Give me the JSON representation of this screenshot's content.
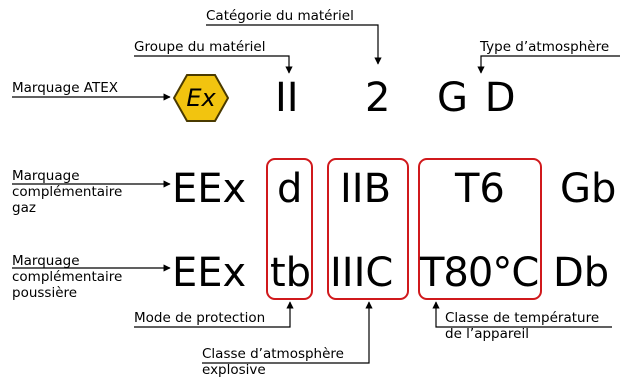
{
  "labels": {
    "categorie": "Catégorie du matériel",
    "groupe": "Groupe du matériel",
    "type_atm": "Type d’atmosphère",
    "marquage_atex": "Marquage ATEX",
    "gaz": [
      "Marquage",
      "complémentaire",
      "gaz"
    ],
    "poussiere": [
      "Marquage",
      "complémentaire",
      "poussière"
    ],
    "mode": "Mode de protection",
    "classe_atm": [
      "Classe d’atmosphère",
      "explosive"
    ],
    "classe_temp": [
      "Classe de température",
      "de l’appareil"
    ]
  },
  "atex_logo": {
    "text": "Ex",
    "color": "#f2c40f",
    "stroke": "#4a3a00"
  },
  "row_atex": {
    "group": "II",
    "category": "2",
    "atmosphere": "G D"
  },
  "row_gaz": {
    "prefix": "EEx",
    "mode": "d",
    "classe": "IIB",
    "temp": "T6",
    "epl": "Gb"
  },
  "row_poussiere": {
    "prefix": "EEx",
    "mode": "tb",
    "classe": "IIIC",
    "temp": "T80°C",
    "epl": "Db"
  },
  "colors": {
    "frame": "#d0191c",
    "text": "#000000"
  }
}
